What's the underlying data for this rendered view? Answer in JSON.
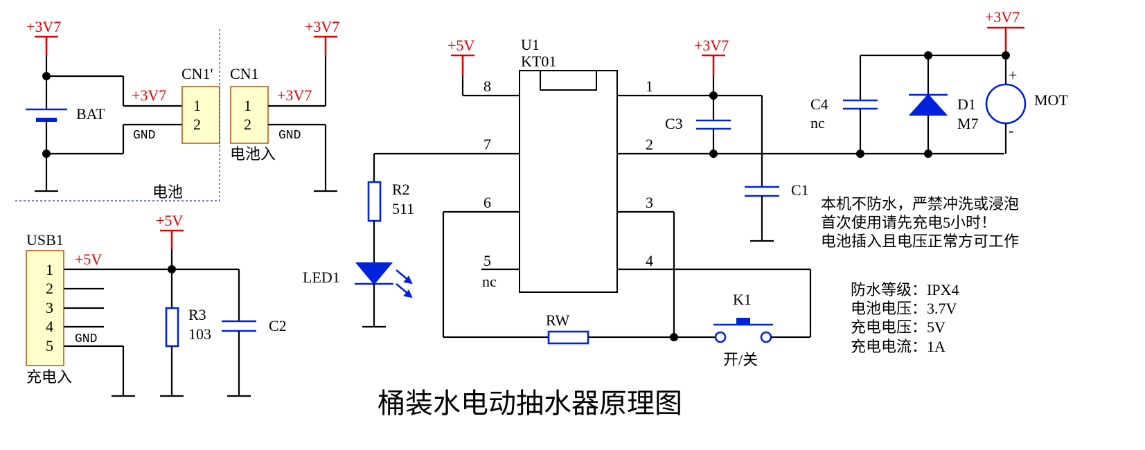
{
  "title": "桶装水电动抽水器原理图",
  "power_labels": {
    "v37": "+3V7",
    "v5": "+5V"
  },
  "gnd_label": "GND",
  "battery": {
    "name": "BAT",
    "group_label": "电池"
  },
  "cn1p": {
    "name": "CN1'",
    "pin1": "1",
    "pin2": "2"
  },
  "cn1": {
    "name": "CN1",
    "pin1": "1",
    "pin2": "2",
    "caption": "电池入"
  },
  "usb1": {
    "name": "USB1",
    "pins": [
      "1",
      "2",
      "3",
      "4",
      "5"
    ],
    "caption": "充电入"
  },
  "r3": {
    "name": "R3",
    "value": "103"
  },
  "c2": {
    "name": "C2"
  },
  "u1": {
    "name": "U1",
    "part": "KT01",
    "pins": [
      "1",
      "2",
      "3",
      "4",
      "5",
      "6",
      "7",
      "8"
    ],
    "nc": "nc"
  },
  "r2": {
    "name": "R2",
    "value": "511"
  },
  "led1": {
    "name": "LED1"
  },
  "rw": {
    "name": "RW"
  },
  "k1": {
    "name": "K1",
    "caption": "开/关"
  },
  "c3": {
    "name": "C3"
  },
  "c1": {
    "name": "C1"
  },
  "c4": {
    "name": "C4",
    "value": "nc"
  },
  "d1": {
    "name": "D1",
    "value": "M7"
  },
  "mot": {
    "name": "MOT",
    "plus": "+",
    "minus": "-"
  },
  "notes": [
    "本机不防水，严禁冲洗或浸泡",
    "首次使用请先充电5小时！",
    "电池插入且电压正常方可工作"
  ],
  "specs": [
    "防水等级：IPX4",
    "电池电压：3.7V",
    "充电电压：5V",
    "充电电流：1A"
  ]
}
